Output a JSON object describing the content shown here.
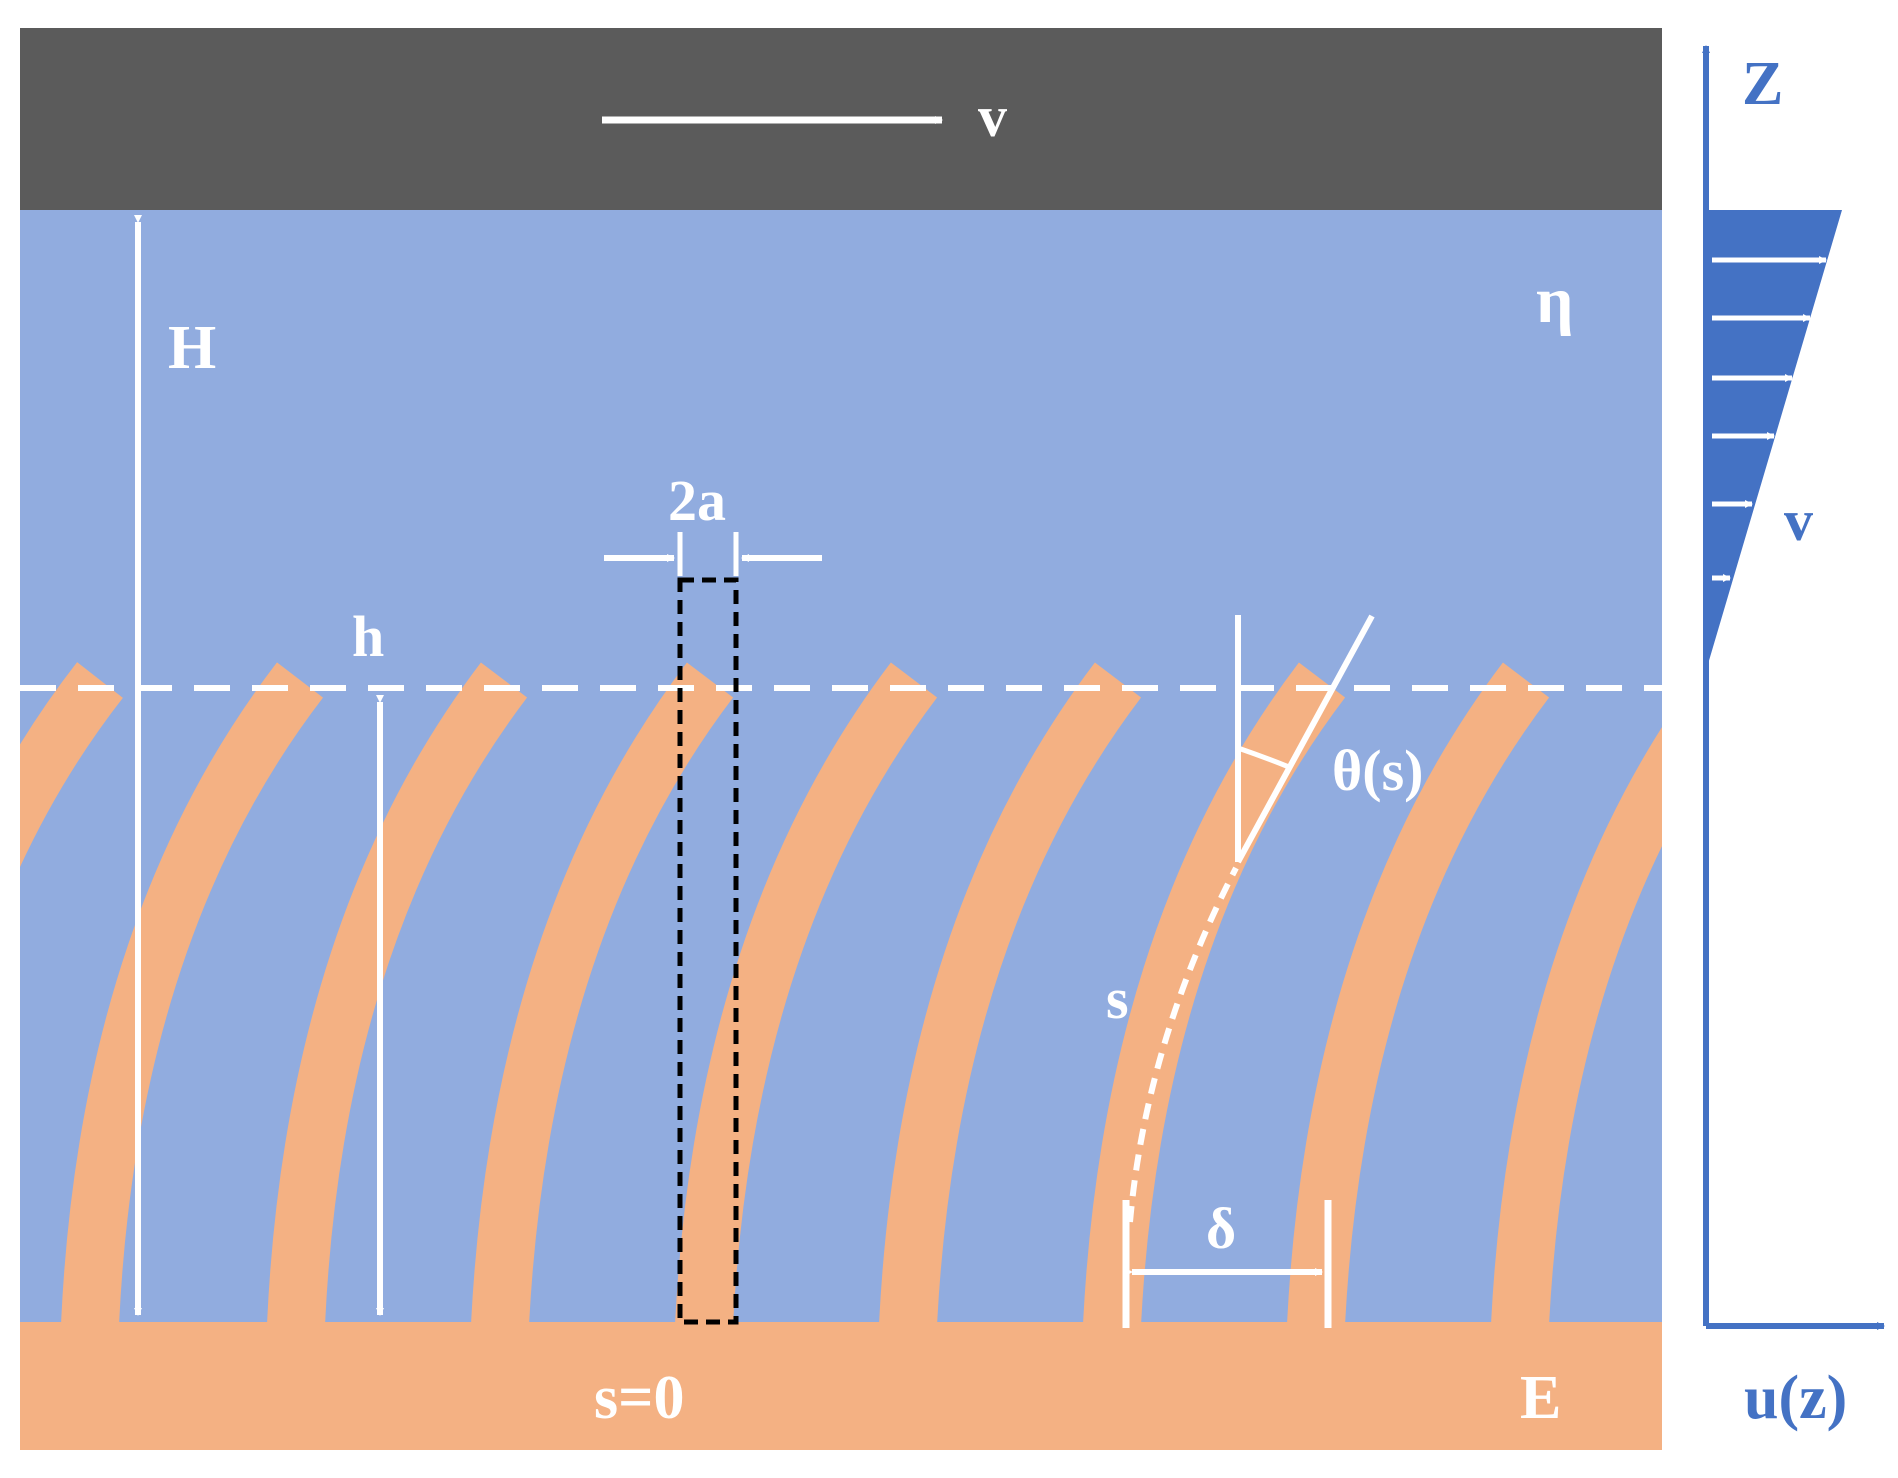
{
  "labels": {
    "plate_velocity": "v",
    "total_height": "H",
    "viscosity": "η",
    "fiber_width": "2a",
    "fiber_height": "h",
    "angle": "θ(s)",
    "arc_length": "s",
    "spacing": "δ",
    "origin": "s=0",
    "modulus": "E",
    "z_axis": "Z",
    "profile_velocity": "v",
    "u_axis": "u(z)"
  },
  "colors": {
    "moving_plate": "#5b5b5b",
    "fluid": "#91acdf",
    "substrate": "#f4b183",
    "profile": "#4472c4",
    "annotation": "#ffffff",
    "outline": "#000000"
  },
  "diagram": {
    "fiber_count": 9,
    "profile_arrow_count": 6
  }
}
